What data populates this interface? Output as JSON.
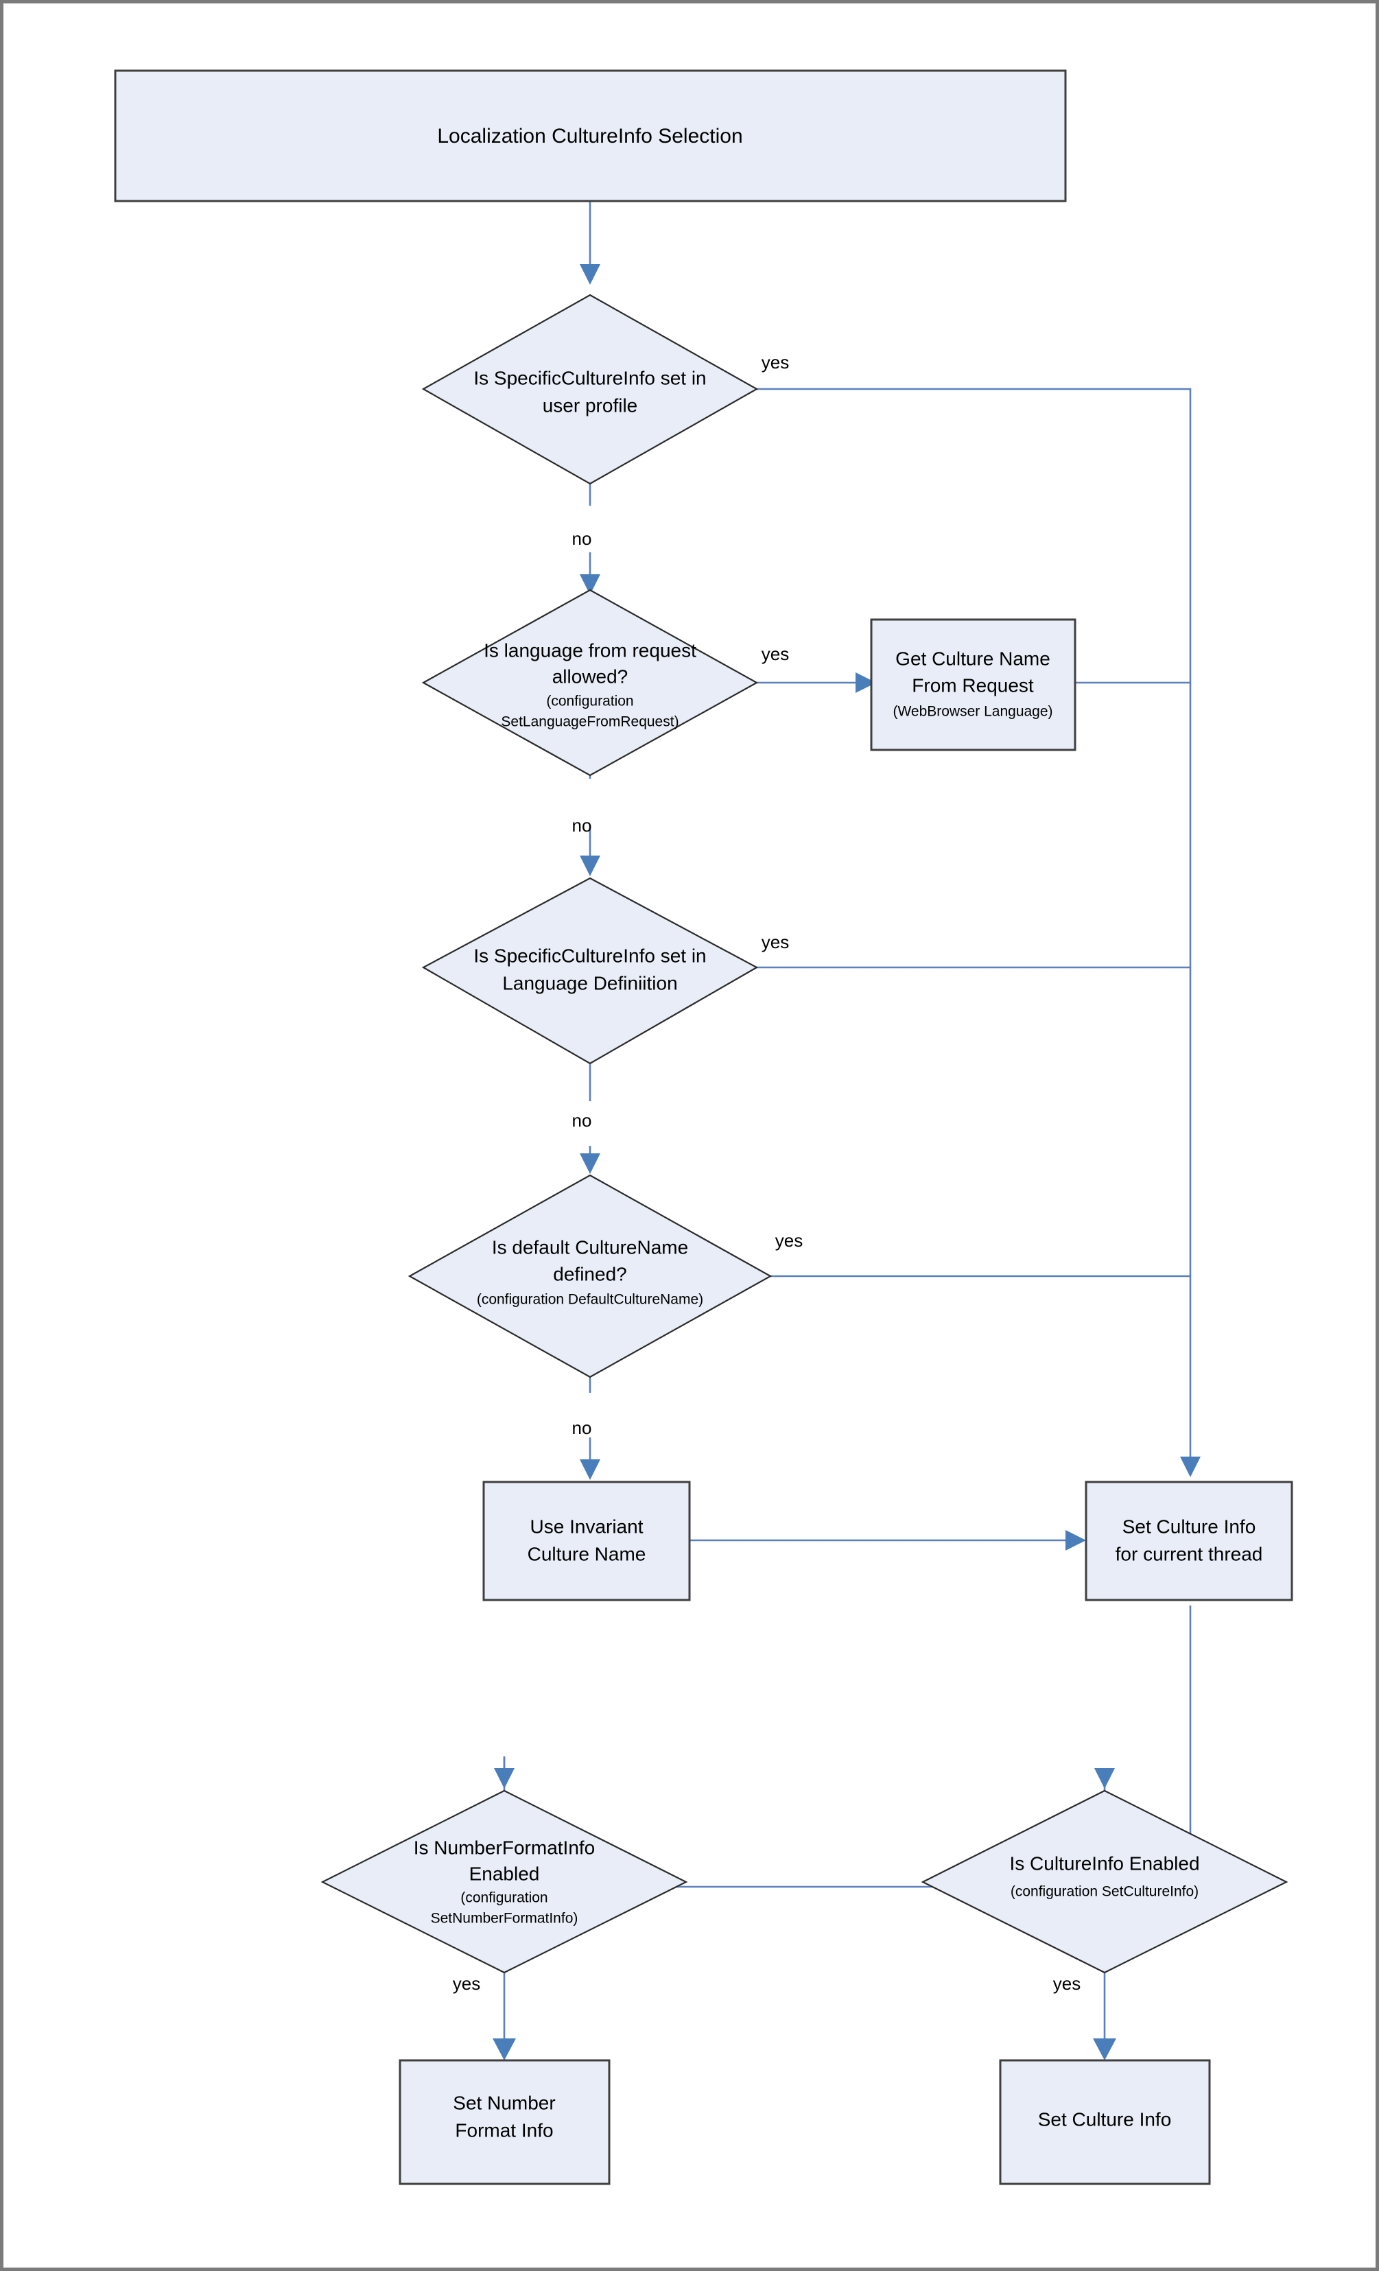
{
  "diagram": {
    "title": "Localization CultureInfo Selection",
    "nodes": {
      "start": {
        "label": "Localization CultureInfo Selection",
        "type": "process"
      },
      "d1": {
        "line1": "Is SpecificCultureInfo set in",
        "line2": "user profile",
        "type": "decision"
      },
      "d2": {
        "line1": "Is language from request",
        "line2": "allowed?",
        "sub1": "(configuration",
        "sub2": "SetLanguageFromRequest)",
        "type": "decision"
      },
      "getculture": {
        "line1": "Get Culture Name",
        "line2": "From Request",
        "sub1": "(WebBrowser Language)",
        "type": "process"
      },
      "d3": {
        "line1": "Is SpecificCultureInfo set in",
        "line2": "Language Definiition",
        "type": "decision"
      },
      "d4": {
        "line1": "Is default CultureName",
        "line2": "defined?",
        "sub1": "(configuration DefaultCultureName)",
        "type": "decision"
      },
      "invariant": {
        "line1": "Use Invariant",
        "line2": "Culture Name",
        "type": "process"
      },
      "setthread": {
        "line1": "Set Culture Info",
        "line2": "for current thread",
        "type": "process"
      },
      "d5": {
        "line1": "Is NumberFormatInfo",
        "line2": "Enabled",
        "sub1": "(configuration",
        "sub2": "SetNumberFormatInfo)",
        "type": "decision"
      },
      "d6": {
        "line1": "Is CultureInfo Enabled",
        "sub1": "(configuration SetCultureInfo)",
        "type": "decision"
      },
      "setnumber": {
        "line1": "Set Number",
        "line2": "Format Info",
        "type": "process"
      },
      "setculture": {
        "line1": "Set Culture Info",
        "type": "process"
      }
    },
    "edge_labels": {
      "d1_yes": "yes",
      "d1_no": "no",
      "d2_yes": "yes",
      "d2_no": "no",
      "d3_yes": "yes",
      "d3_no": "no",
      "d4_yes": "yes",
      "d4_no": "no",
      "d5_yes": "yes",
      "d6_yes": "yes"
    },
    "colors": {
      "node_fill": "#e8edf7",
      "box_stroke": "#3f3f3f",
      "diamond_stroke": "#2b2b2b",
      "edge": "#5b80bd",
      "arrow": "#4a7ebb",
      "page_border": "#7b7b7b",
      "background": "#ffffff",
      "text": "#000000"
    }
  }
}
